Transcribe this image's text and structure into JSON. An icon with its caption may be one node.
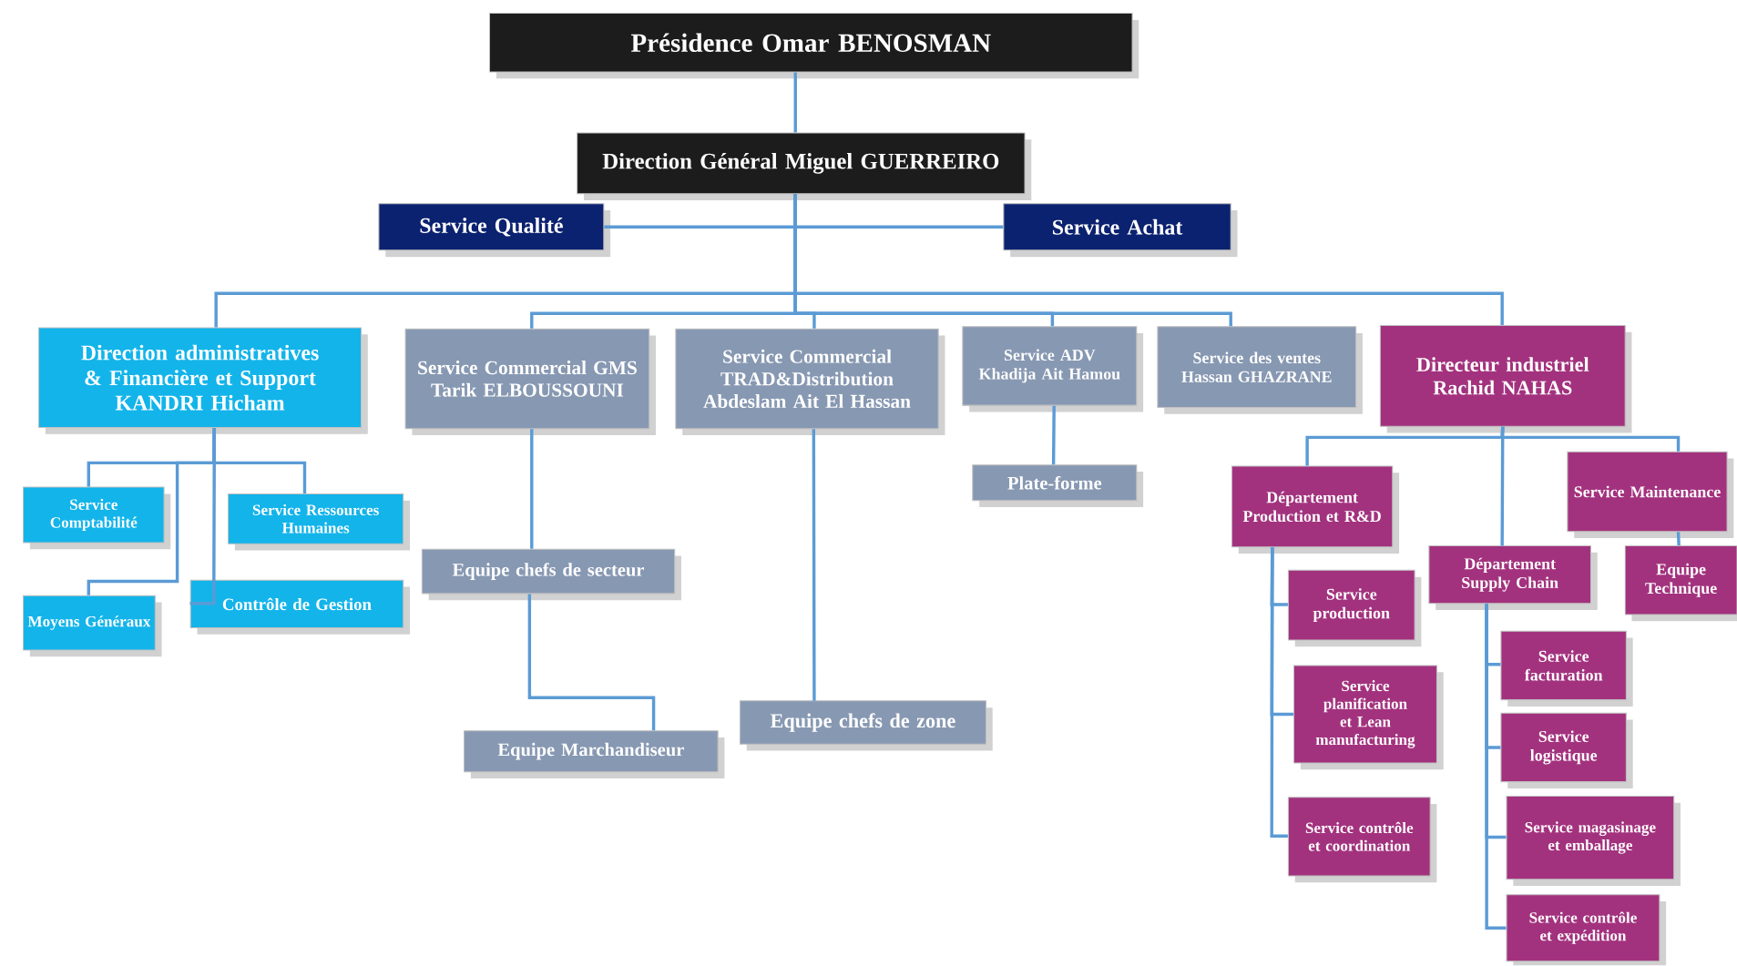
{
  "diagram": {
    "nodes": [
      {
        "text": [
          "Présidence Omar BENOSMAN"
        ]
      },
      {
        "text": [
          "Direction Général Miguel GUERREIRO"
        ]
      },
      {
        "text": [
          "Service Qualité"
        ]
      },
      {
        "text": [
          "Service Achat"
        ]
      },
      {
        "text": [
          "Direction administratives & Financière et Support KANDRI Hicham"
        ]
      },
      {
        "text": [
          "Service Commercial GMS Tarik ELBOUSSOUNI"
        ]
      },
      {
        "text": [
          "Service Commercial TRAD&Distribution Abdeslam Ait El Hassan"
        ]
      },
      {
        "text": [
          "Service ADV Khadija Ait Hamou"
        ]
      },
      {
        "text": [
          "Service des ventes Hassan GHAZRANE"
        ]
      },
      {
        "text": [
          "Directeur industriel Rachid NAHAS"
        ]
      },
      {
        "text": [
          "Service Comptabilité"
        ]
      },
      {
        "text": [
          "Service Ressources Humaines"
        ]
      },
      {
        "text": [
          "Moyens Généraux"
        ]
      },
      {
        "text": [
          "Contrôle de Gestion"
        ]
      },
      {
        "text": [
          "Equipe chefs de secteur"
        ]
      },
      {
        "text": [
          "Equipe Marchandiseur"
        ]
      },
      {
        "text": [
          "Equipe chefs de zone"
        ]
      },
      {
        "text": [
          "Plate-forme"
        ]
      },
      {
        "text": [
          "Département Production et R&D"
        ]
      },
      {
        "text": [
          "Service Maintenance"
        ]
      },
      {
        "text": [
          "Département Supply Chain"
        ]
      },
      {
        "text": [
          "Equipe Technique"
        ]
      },
      {
        "text": [
          "Service production"
        ]
      },
      {
        "text": [
          "Service planification et Lean manufacturing"
        ]
      },
      {
        "text": [
          "Service contrôle et coordination"
        ]
      },
      {
        "text": [
          "Service facturation"
        ]
      },
      {
        "text": [
          "Service logistique"
        ]
      },
      {
        "text": [
          "Service magasinage et emballage"
        ]
      },
      {
        "text": [
          "Service contrôle et expédition"
        ]
      }
    ],
    "edges": [
      {
        "from": 0,
        "to": 1,
        "arrow": "none"
      },
      {
        "from": 1,
        "to": 2,
        "arrow": "none"
      },
      {
        "from": 1,
        "to": 3,
        "arrow": "none"
      },
      {
        "from": 1,
        "to": 4,
        "arrow": "none"
      },
      {
        "from": 1,
        "to": 5,
        "arrow": "none"
      },
      {
        "from": 1,
        "to": 6,
        "arrow": "none"
      },
      {
        "from": 1,
        "to": 7,
        "arrow": "none"
      },
      {
        "from": 1,
        "to": 8,
        "arrow": "none"
      },
      {
        "from": 1,
        "to": 9,
        "arrow": "none"
      },
      {
        "from": 4,
        "to": 10,
        "arrow": "none"
      },
      {
        "from": 4,
        "to": 11,
        "arrow": "none"
      },
      {
        "from": 4,
        "to": 12,
        "arrow": "none"
      },
      {
        "from": 4,
        "to": 13,
        "arrow": "none"
      },
      {
        "from": 5,
        "to": 14,
        "arrow": "none"
      },
      {
        "from": 14,
        "to": 15,
        "arrow": "none"
      },
      {
        "from": 6,
        "to": 16,
        "arrow": "none"
      },
      {
        "from": 7,
        "to": 17,
        "arrow": "none"
      },
      {
        "from": 9,
        "to": 18,
        "arrow": "none"
      },
      {
        "from": 9,
        "to": 19,
        "arrow": "none"
      },
      {
        "from": 9,
        "to": 20,
        "arrow": "none"
      },
      {
        "from": 19,
        "to": 21,
        "arrow": "none"
      },
      {
        "from": 18,
        "to": 22,
        "arrow": "none"
      },
      {
        "from": 18,
        "to": 23,
        "arrow": "none"
      },
      {
        "from": 18,
        "to": 24,
        "arrow": "none"
      },
      {
        "from": 20,
        "to": 25,
        "arrow": "none"
      },
      {
        "from": 20,
        "to": 26,
        "arrow": "none"
      },
      {
        "from": 20,
        "to": 27,
        "arrow": "none"
      },
      {
        "from": 20,
        "to": 28,
        "arrow": "none"
      }
    ]
  }
}
